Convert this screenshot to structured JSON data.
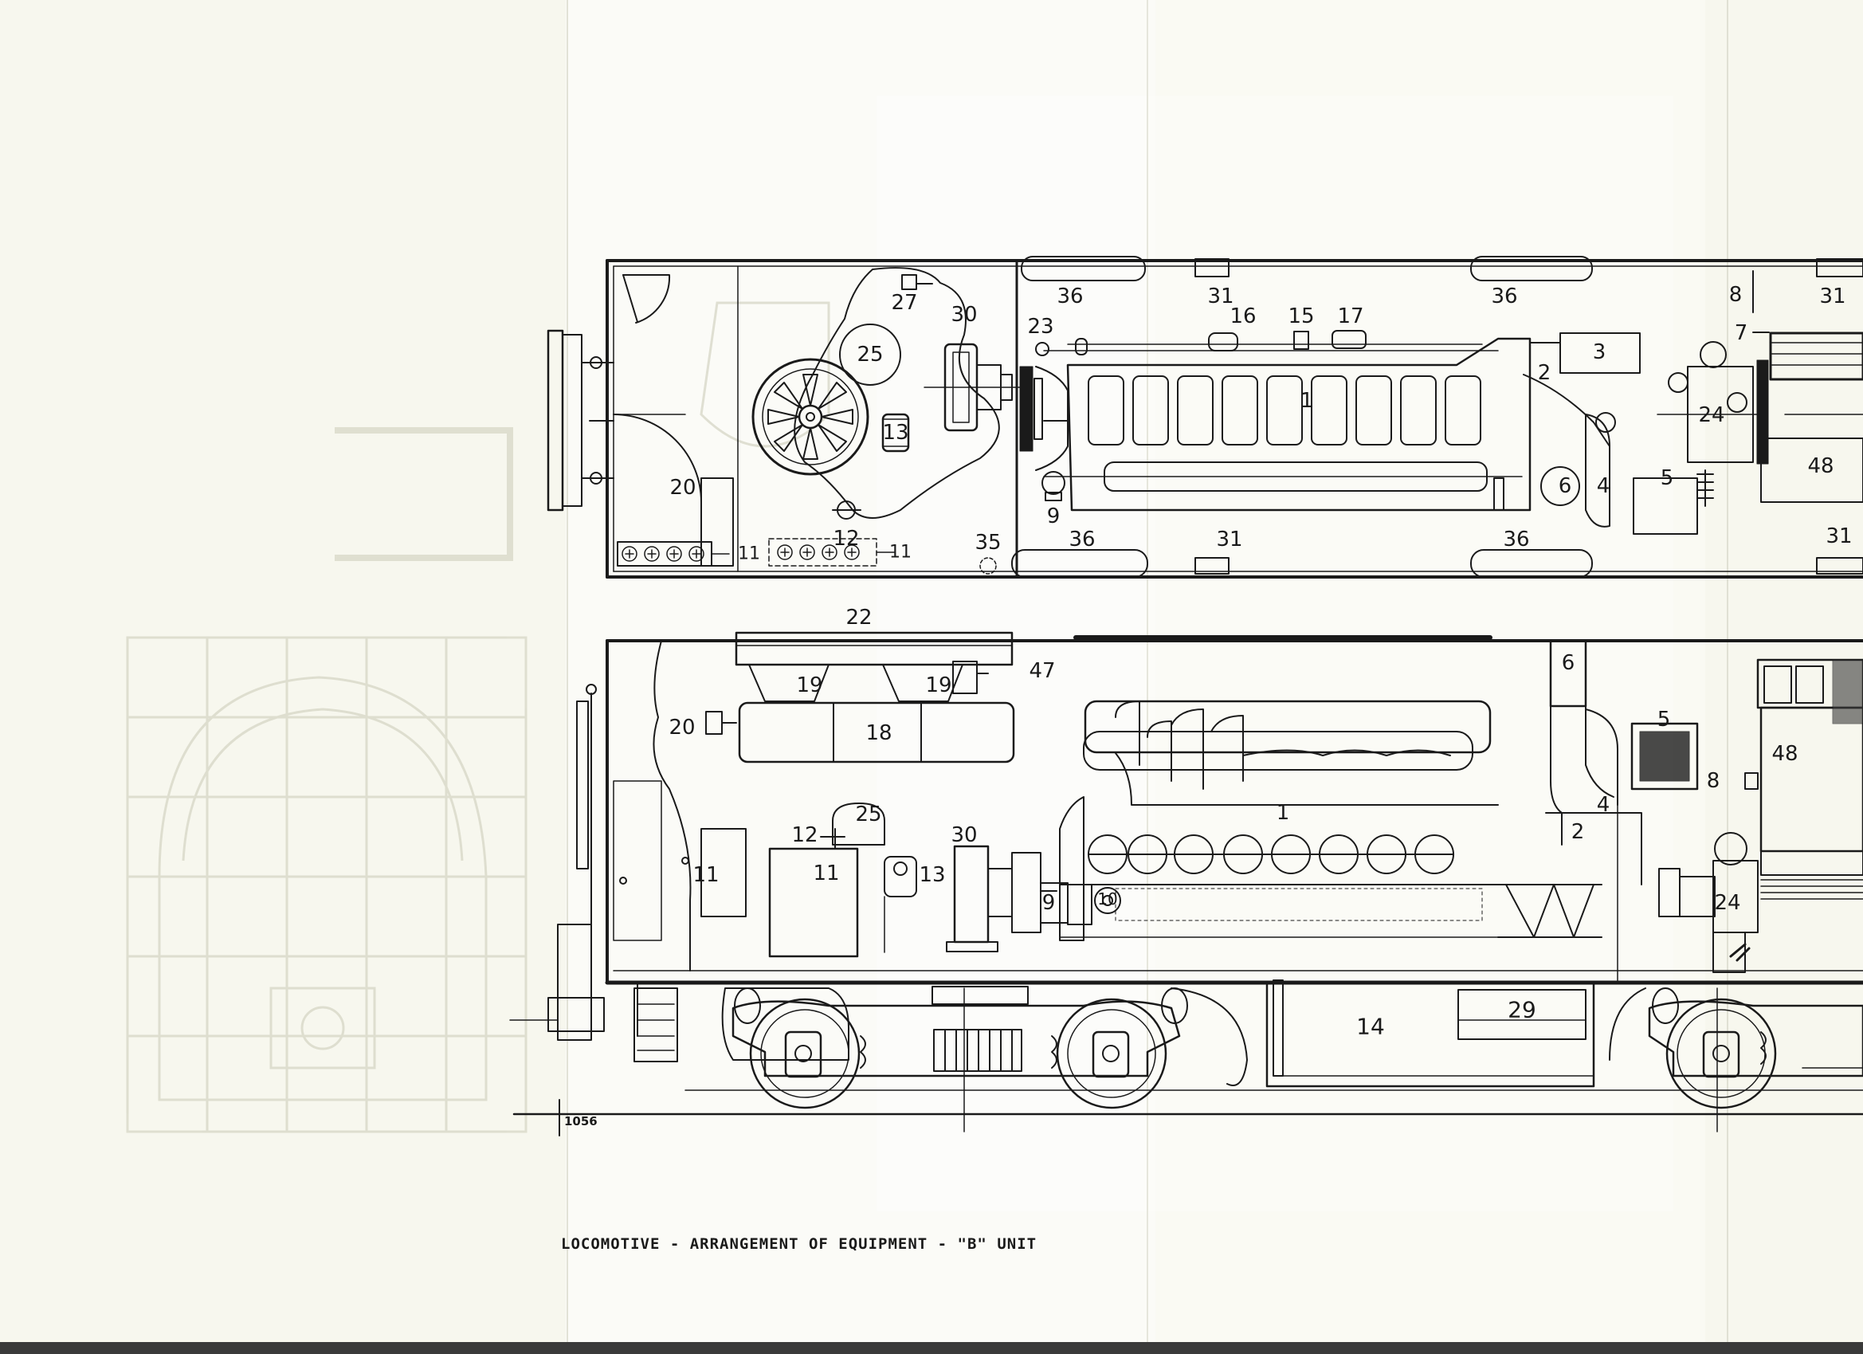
{
  "caption": "LOCOMOTIVE - ARRANGEMENT OF EQUIPMENT - \"B\" UNIT",
  "drawing_number": "1056",
  "plan_labels": [
    {
      "id": "p-27",
      "text": "27"
    },
    {
      "id": "p-30",
      "text": "30"
    },
    {
      "id": "p-25",
      "text": "25"
    },
    {
      "id": "p-13",
      "text": "13"
    },
    {
      "id": "p-12",
      "text": "12"
    },
    {
      "id": "p-20",
      "text": "20"
    },
    {
      "id": "p-11a",
      "text": "11"
    },
    {
      "id": "p-11b",
      "text": "11"
    },
    {
      "id": "p-35",
      "text": "35"
    },
    {
      "id": "p-36a",
      "text": "36"
    },
    {
      "id": "p-36b",
      "text": "36"
    },
    {
      "id": "p-36c",
      "text": "36"
    },
    {
      "id": "p-36d",
      "text": "36"
    },
    {
      "id": "p-31a",
      "text": "31"
    },
    {
      "id": "p-31b",
      "text": "31"
    },
    {
      "id": "p-31c",
      "text": "31"
    },
    {
      "id": "p-31d",
      "text": "31"
    },
    {
      "id": "p-23",
      "text": "23"
    },
    {
      "id": "p-16",
      "text": "16"
    },
    {
      "id": "p-15",
      "text": "15"
    },
    {
      "id": "p-17",
      "text": "17"
    },
    {
      "id": "p-1",
      "text": "1"
    },
    {
      "id": "p-9",
      "text": "9"
    },
    {
      "id": "p-3",
      "text": "3"
    },
    {
      "id": "p-2",
      "text": "2"
    },
    {
      "id": "p-6",
      "text": "6"
    },
    {
      "id": "p-4",
      "text": "4"
    },
    {
      "id": "p-5",
      "text": "5"
    },
    {
      "id": "p-24",
      "text": "24"
    },
    {
      "id": "p-7",
      "text": "7"
    },
    {
      "id": "p-8",
      "text": "8"
    },
    {
      "id": "p-48",
      "text": "48"
    }
  ],
  "elevation_labels": [
    {
      "id": "e-22",
      "text": "22"
    },
    {
      "id": "e-19a",
      "text": "19"
    },
    {
      "id": "e-19b",
      "text": "19"
    },
    {
      "id": "e-47",
      "text": "47"
    },
    {
      "id": "e-18",
      "text": "18"
    },
    {
      "id": "e-20",
      "text": "20"
    },
    {
      "id": "e-6",
      "text": "6"
    },
    {
      "id": "e-5",
      "text": "5"
    },
    {
      "id": "e-48",
      "text": "48"
    },
    {
      "id": "e-8",
      "text": "8"
    },
    {
      "id": "e-25",
      "text": "25"
    },
    {
      "id": "e-12",
      "text": "12"
    },
    {
      "id": "e-30",
      "text": "30"
    },
    {
      "id": "e-1",
      "text": "1"
    },
    {
      "id": "e-4",
      "text": "4"
    },
    {
      "id": "e-2",
      "text": "2"
    },
    {
      "id": "e-11a",
      "text": "11"
    },
    {
      "id": "e-11b",
      "text": "11"
    },
    {
      "id": "e-13",
      "text": "13"
    },
    {
      "id": "e-9",
      "text": "9"
    },
    {
      "id": "e-10",
      "text": "10"
    },
    {
      "id": "e-24",
      "text": "24"
    },
    {
      "id": "e-14",
      "text": "14"
    },
    {
      "id": "e-29",
      "text": "29"
    }
  ],
  "colors": {
    "paper": "#f7f7ee",
    "ink": "#1a1a1a"
  }
}
